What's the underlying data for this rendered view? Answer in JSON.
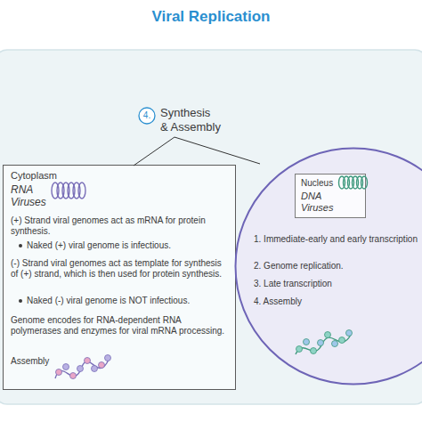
{
  "diagram": {
    "title": "Viral Replication",
    "nodes": [
      {
        "text": [
          "Cytoplasm",
          "RNA Viruses",
          "(+) Strand viral genomes act as mRNA for protein synthesis.",
          "Naked (+) viral genome is infectious.",
          "(-) Strand viral genomes act as template for synthesis of (+) strand, which is then used for protein synthesis.",
          "Naked (-) viral genome is NOT infectious.",
          "Genome encodes for RNA-dependent RNA polymerases and enzymes for viral mRNA processing.",
          "Assembly"
        ]
      },
      {
        "text": [
          "1. Immediate-early and early transcription",
          "2. Genome replication.",
          "3. Late transcription",
          "4. Assembly"
        ]
      },
      {
        "text": [
          "Nucleus",
          "DNA Viruses"
        ],
        "in": 1
      }
    ],
    "labels": [
      "4.",
      "Synthesis & Assembly"
    ]
  }
}
